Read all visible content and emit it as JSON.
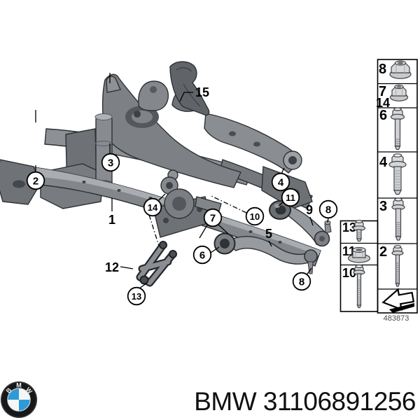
{
  "page": {
    "background": "#ffffff"
  },
  "diagram": {
    "drawing_number": "483873",
    "callouts": {
      "c1": "1",
      "c2": "2",
      "c3": "3",
      "c4": "4",
      "c5": "5",
      "c6": "6",
      "c7": "7",
      "c8a": "8",
      "c8b": "8",
      "c9": "9",
      "c10": "10",
      "c11": "11",
      "c12": "12",
      "c13": "13",
      "c14": "14",
      "c15": "15"
    },
    "panel": {
      "right": [
        {
          "label": "8",
          "item": "flange-nut-large"
        },
        {
          "label": "7",
          "label2": "14",
          "item": "flange-nut-small"
        },
        {
          "label": "6",
          "item": "hex-flange-bolt-long"
        },
        {
          "label": "4",
          "item": "hex-bolt-with-washer"
        },
        {
          "label": "3",
          "item": "hex-flange-bolt"
        },
        {
          "label": "2",
          "item": "hex-flange-bolt-thin"
        },
        {
          "label": "",
          "item": "direction-arrow"
        }
      ],
      "left": [
        {
          "label": "13",
          "item": "hex-flange-bolt-short"
        },
        {
          "label": "11",
          "item": "self-locking-collar-nut"
        },
        {
          "label": "10",
          "item": "hex-flange-bolt-extra-long"
        }
      ]
    }
  },
  "footer": {
    "part_number": "BMW 31106891256",
    "logo": {
      "letters": [
        "B",
        "M",
        "W"
      ],
      "blue": "#2e9ad7",
      "ring": "#17181a"
    }
  }
}
